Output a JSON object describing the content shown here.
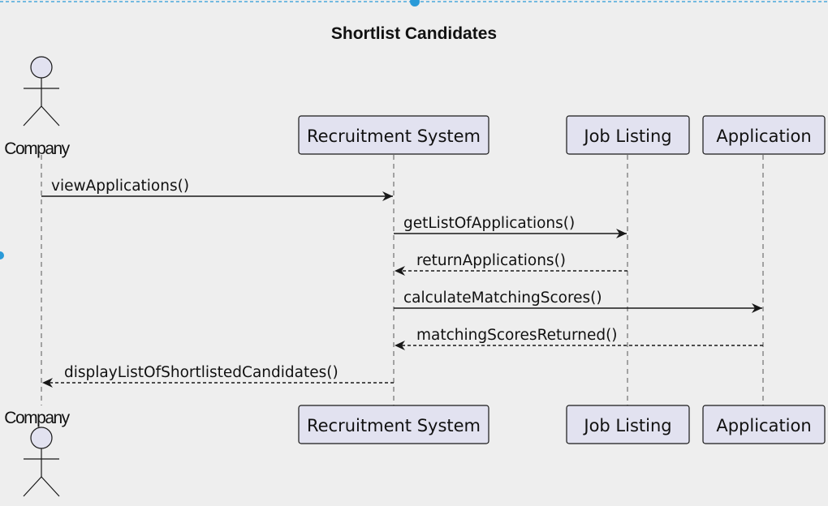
{
  "diagram": {
    "title": "Shortlist Candidates",
    "colors": {
      "background": "#eeeeee",
      "participant_fill": "#e2e2f0",
      "participant_stroke": "#181818",
      "line": "#181818",
      "selection_handle": "#2a9ad8"
    },
    "participants": [
      {
        "id": "company",
        "label": "Company",
        "kind": "actor"
      },
      {
        "id": "recruitment",
        "label": "Recruitment System",
        "kind": "participant"
      },
      {
        "id": "joblisting",
        "label": "Job Listing",
        "kind": "participant"
      },
      {
        "id": "application",
        "label": "Application",
        "kind": "participant"
      }
    ],
    "messages": [
      {
        "from": "company",
        "to": "recruitment",
        "label": "viewApplications()",
        "style": "solid"
      },
      {
        "from": "recruitment",
        "to": "joblisting",
        "label": "getListOfApplications()",
        "style": "solid"
      },
      {
        "from": "joblisting",
        "to": "recruitment",
        "label": "returnApplications()",
        "style": "dashed"
      },
      {
        "from": "recruitment",
        "to": "application",
        "label": "calculateMatchingScores()",
        "style": "solid"
      },
      {
        "from": "application",
        "to": "recruitment",
        "label": "matchingScoresReturned()",
        "style": "dashed"
      },
      {
        "from": "recruitment",
        "to": "company",
        "label": "displayListOfShortlistedCandidates()",
        "style": "dashed"
      }
    ]
  }
}
